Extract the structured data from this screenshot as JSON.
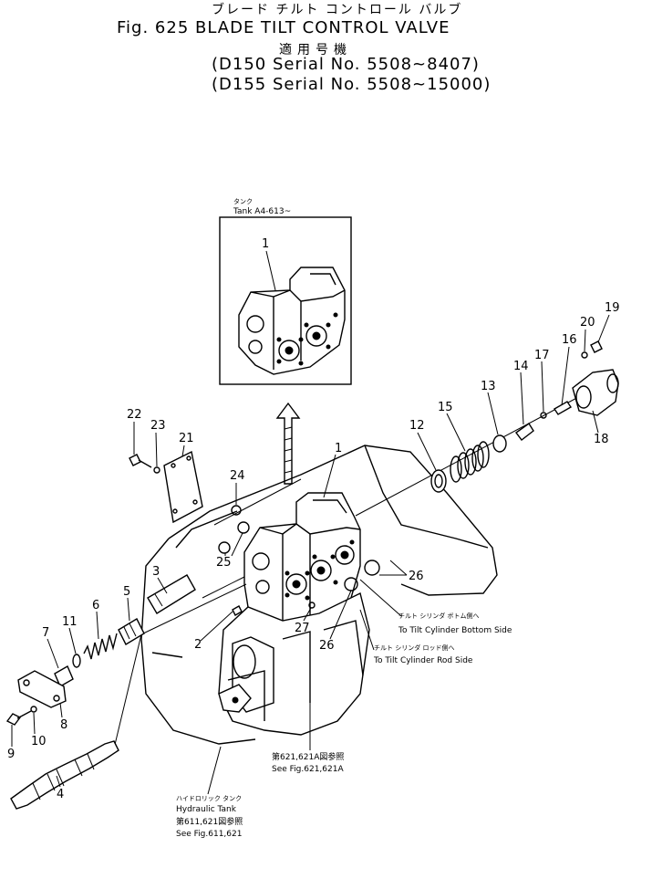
{
  "header": {
    "title_jp": "ブレード チルト コントロール バルブ",
    "fig_title": "Fig. 625 BLADE TILT CONTROL VALVE",
    "applicable_jp": "適用号機",
    "serial_line_1": "(D150 Serial No. 5508~8407)",
    "serial_line_2": "(D155 Serial No. 5508~15000)"
  },
  "inset": {
    "tank_jp": "タンク",
    "tank_label": "Tank A4-613~",
    "part": "1"
  },
  "parts": [
    "1",
    "2",
    "3",
    "4",
    "5",
    "6",
    "7",
    "8",
    "9",
    "10",
    "11",
    "12",
    "13",
    "14",
    "15",
    "16",
    "17",
    "18",
    "19",
    "20",
    "21",
    "22",
    "23",
    "24",
    "25",
    "26",
    "26",
    "27"
  ],
  "callouts": {
    "bottom_side_jp": "チルト シリンダ ボトム側へ",
    "bottom_side": "To Tilt Cylinder Bottom Side",
    "rod_side_jp": "チルト シリンダ ロッド側へ",
    "rod_side": "To Tilt Cylinder Rod Side",
    "valve_ref_jp": "第621,621A図参照",
    "valve_ref": "See Fig.621,621A",
    "tank_jp": "ハイドロリック タンク",
    "tank": "Hydraulic Tank",
    "tank_ref_jp": "第611,621図参照",
    "tank_ref": "See Fig.611,621"
  }
}
